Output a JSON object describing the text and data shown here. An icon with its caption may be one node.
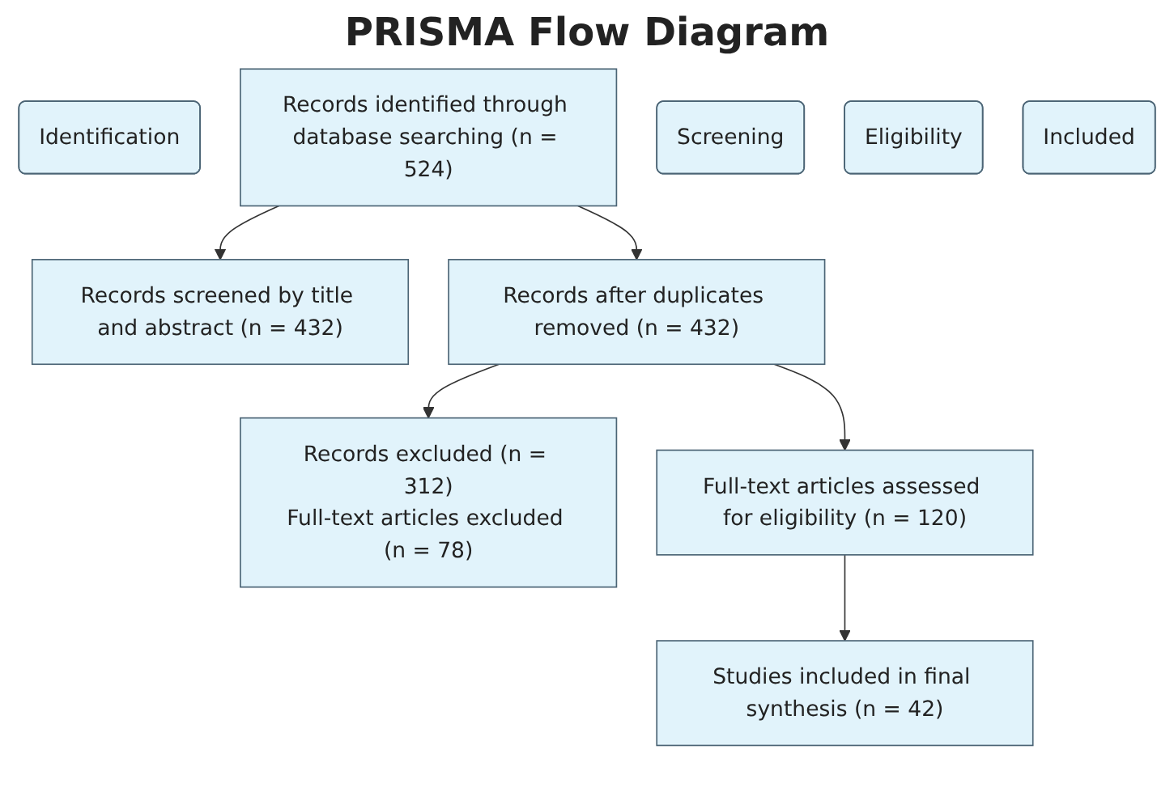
{
  "diagram": {
    "title": "PRISMA Flow Diagram",
    "nodes": [
      {
        "text": [
          "Identification"
        ]
      },
      {
        "text": [
          "Records identified through database searching (n = 524)"
        ]
      },
      {
        "text": [
          "Records screened by title and abstract (n = 432)"
        ]
      },
      {
        "text": [
          "Screening"
        ]
      },
      {
        "text": [
          "Records after duplicates removed (n = 432)"
        ]
      },
      {
        "text": [
          "Records excluded (n = 312)",
          "Full-text articles excluded (n = 78)"
        ]
      },
      {
        "text": [
          "Eligibility"
        ]
      },
      {
        "text": [
          "Full-text articles assessed for eligibility (n = 120)"
        ]
      },
      {
        "text": [
          "Included"
        ]
      },
      {
        "text": [
          "Studies included in final synthesis (n = 42)"
        ]
      }
    ],
    "edges": [
      {
        "from": 1,
        "to": 2,
        "arrow": "to"
      },
      {
        "from": 1,
        "to": 4,
        "arrow": "to"
      },
      {
        "from": 4,
        "to": 5,
        "arrow": "to"
      },
      {
        "from": 4,
        "to": 7,
        "arrow": "to"
      },
      {
        "from": 7,
        "to": 9,
        "arrow": "to"
      }
    ]
  }
}
